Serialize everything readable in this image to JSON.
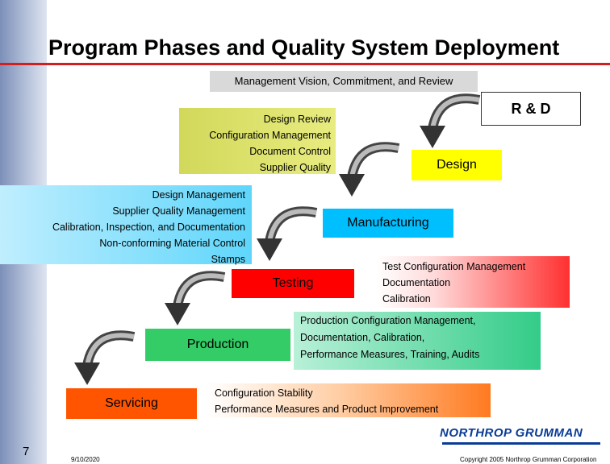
{
  "slide": {
    "title": "Program Phases and Quality System Deployment",
    "page_number": "7",
    "date": "9/10/2020",
    "copyright": "Copyright 2005 Northrop Grumman Corporation",
    "logo_text": "NORTHROP GRUMMAN"
  },
  "vision": "Management Vision, Commitment, and Review",
  "phases": {
    "rd": "R & D",
    "design": "Design",
    "manufacturing": "Manufacturing",
    "testing": "Testing",
    "production": "Production",
    "servicing": "Servicing"
  },
  "activities": {
    "design": [
      "Design Review",
      "Configuration Management",
      "Document Control",
      "Supplier Quality"
    ],
    "manufacturing": [
      "Design Management",
      "Supplier Quality Management",
      "Calibration, Inspection, and Documentation",
      "Non-conforming Material Control",
      "Stamps"
    ],
    "testing": [
      "Test Configuration Management",
      "Documentation",
      "Calibration"
    ],
    "production": [
      "Production Configuration Management,",
      "Documentation, Calibration,",
      "Performance Measures, Training, Audits"
    ],
    "servicing": [
      "Configuration Stability",
      "Performance Measures and Product Improvement"
    ]
  },
  "colors": {
    "title_rule": "#d12020",
    "design": "#ffff00",
    "manufacturing": "#00bfff",
    "testing": "#ff0000",
    "production": "#33cc66",
    "servicing": "#ff5500",
    "logo": "#0a3c96"
  }
}
